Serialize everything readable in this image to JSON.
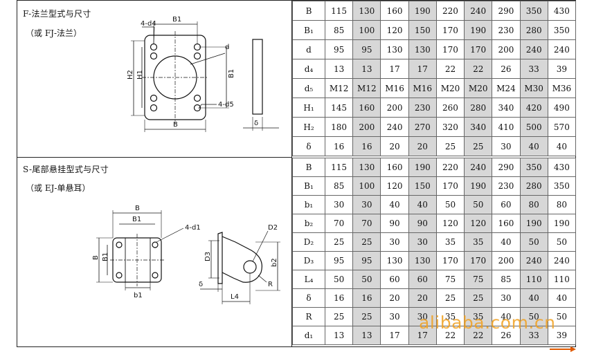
{
  "flange": {
    "title": "F-法兰型式与尺寸",
    "subtitle": "（或 FJ-法兰）",
    "drawing_labels": {
      "hole4": "4-d4",
      "b1_top": "B1",
      "d": "d",
      "h2": "H2",
      "h1": "H1",
      "b1_side": "B1",
      "hole5": "4-d5",
      "b_bottom": "B",
      "delta": "δ"
    },
    "rows": [
      {
        "label": "B",
        "values": [
          "115",
          "130",
          "160",
          "190",
          "220",
          "240",
          "290",
          "350",
          "430"
        ]
      },
      {
        "label": "B₁",
        "values": [
          "85",
          "100",
          "120",
          "150",
          "170",
          "190",
          "230",
          "280",
          "350"
        ]
      },
      {
        "label": "d",
        "values": [
          "95",
          "95",
          "130",
          "130",
          "170",
          "170",
          "200",
          "240",
          "240"
        ]
      },
      {
        "label": "d₄",
        "values": [
          "13",
          "13",
          "17",
          "17",
          "22",
          "22",
          "26",
          "33",
          "39"
        ]
      },
      {
        "label": "d₅",
        "values": [
          "M12",
          "M12",
          "M16",
          "M16",
          "M20",
          "M20",
          "M24",
          "M30",
          "M36"
        ]
      },
      {
        "label": "H₁",
        "values": [
          "145",
          "160",
          "200",
          "230",
          "260",
          "280",
          "340",
          "420",
          "490"
        ]
      },
      {
        "label": "H₂",
        "values": [
          "180",
          "200",
          "240",
          "270",
          "320",
          "340",
          "410",
          "500",
          "570"
        ]
      },
      {
        "label": "δ",
        "values": [
          "16",
          "16",
          "20",
          "20",
          "25",
          "25",
          "30",
          "40",
          "40"
        ]
      }
    ]
  },
  "tail": {
    "title": "S-尾部悬挂型式与尺寸",
    "subtitle": "（或 EJ-单悬耳）",
    "drawing_labels": {
      "b_top": "B",
      "b1_top": "B1",
      "hole": "4-d1",
      "b_side": "B",
      "b1_side": "B1",
      "b1_low": "b1",
      "delta": "δ",
      "l4": "L4",
      "d3": "D3",
      "d2": "D2",
      "b2": "b2",
      "r": "R"
    },
    "rows": [
      {
        "label": "B",
        "values": [
          "115",
          "130",
          "160",
          "190",
          "220",
          "240",
          "290",
          "350",
          "430"
        ]
      },
      {
        "label": "B₁",
        "values": [
          "85",
          "100",
          "120",
          "150",
          "170",
          "190",
          "230",
          "280",
          "350"
        ]
      },
      {
        "label": "b₁",
        "values": [
          "30",
          "30",
          "40",
          "40",
          "50",
          "50",
          "60",
          "80",
          "80"
        ]
      },
      {
        "label": "b₂",
        "values": [
          "70",
          "70",
          "90",
          "90",
          "120",
          "120",
          "160",
          "190",
          "190"
        ]
      },
      {
        "label": "D₂",
        "values": [
          "25",
          "25",
          "30",
          "30",
          "35",
          "35",
          "40",
          "50",
          "50"
        ]
      },
      {
        "label": "D₃",
        "values": [
          "95",
          "95",
          "130",
          "130",
          "170",
          "170",
          "200",
          "240",
          "240"
        ]
      },
      {
        "label": "L₄",
        "values": [
          "50",
          "50",
          "60",
          "60",
          "75",
          "75",
          "85",
          "110",
          "110"
        ]
      },
      {
        "label": "δ",
        "values": [
          "16",
          "16",
          "20",
          "20",
          "25",
          "25",
          "30",
          "40",
          "40"
        ]
      },
      {
        "label": "R",
        "values": [
          "25",
          "25",
          "30",
          "30",
          "35",
          "35",
          "40",
          "50",
          "50"
        ]
      },
      {
        "label": "d₁",
        "values": [
          "13",
          "13",
          "17",
          "17",
          "22",
          "22",
          "26",
          "33",
          "39"
        ]
      }
    ]
  },
  "watermark": "alibaba.com.cn"
}
